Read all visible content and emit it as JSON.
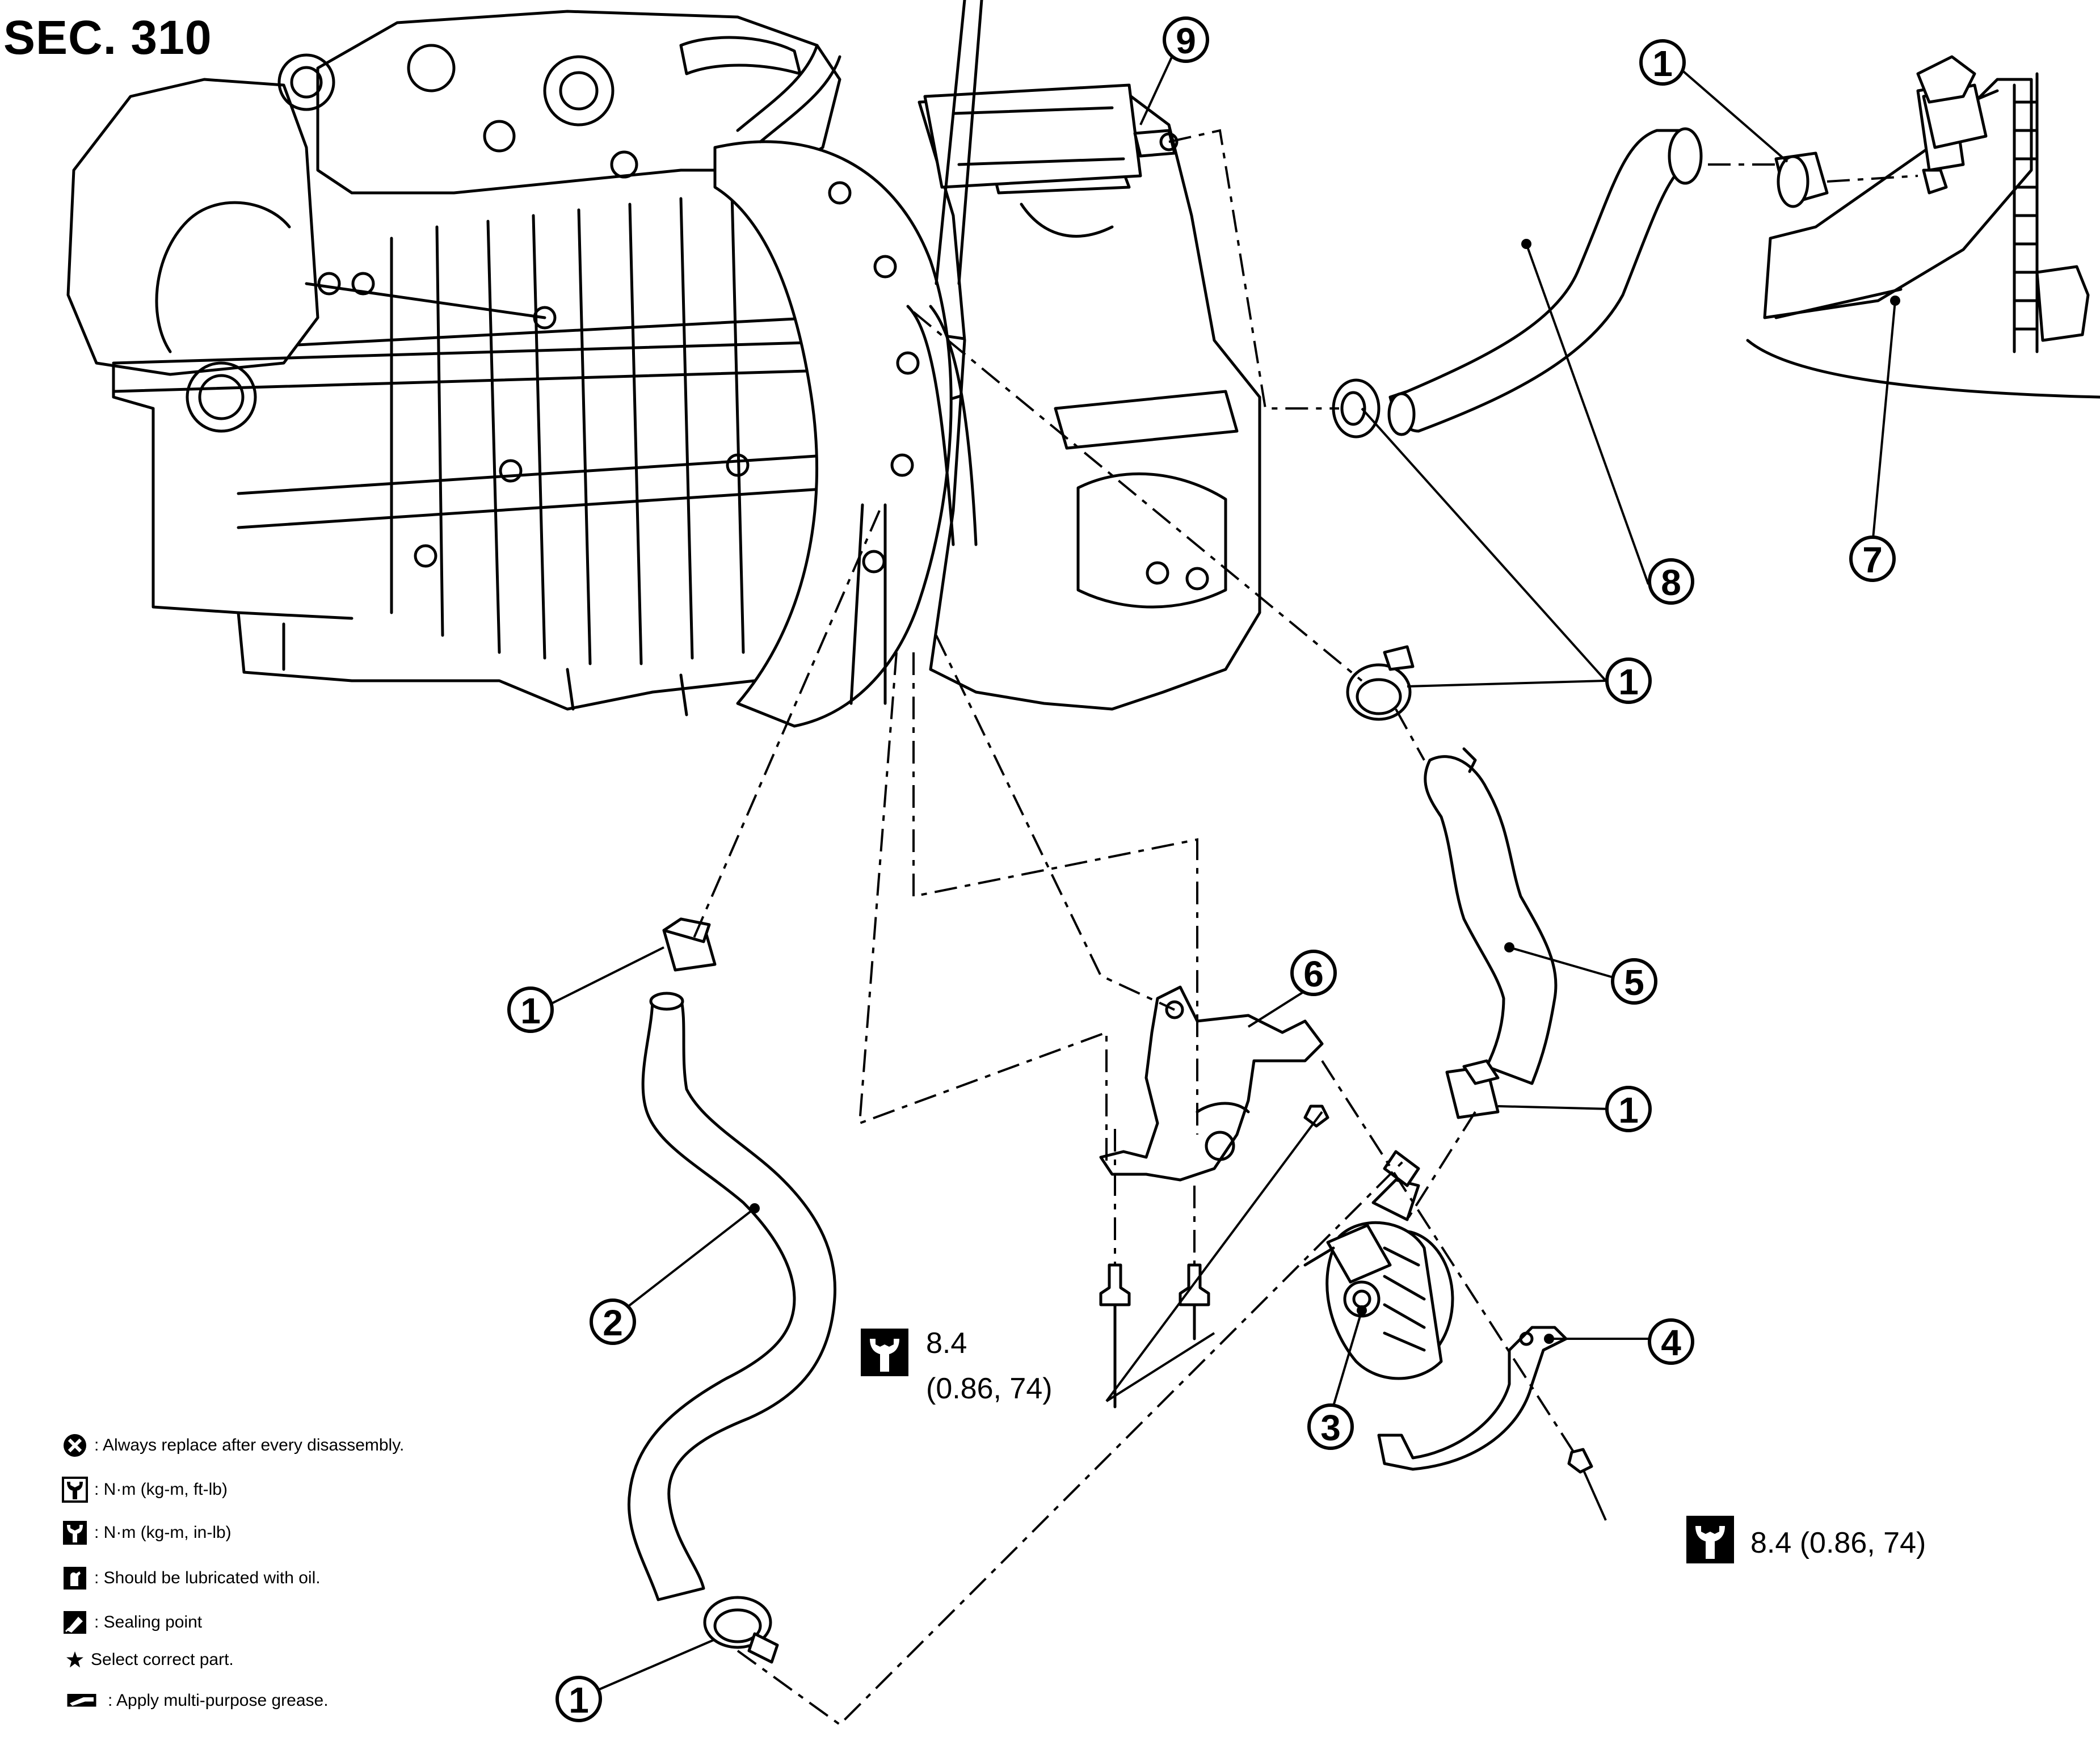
{
  "section": "SEC. 310",
  "callouts": {
    "n1": "1",
    "n2": "2",
    "n3": "3",
    "n4": "4",
    "n5": "5",
    "n6": "6",
    "n7": "7",
    "n8": "8",
    "n9": "9"
  },
  "torques": {
    "left_value": "8.4",
    "left_units": "(0.86, 74)",
    "right": "8.4 (0.86, 74)"
  },
  "legend": [
    {
      "icon": "replace-x-icon",
      "text": ": Always replace after every disassembly."
    },
    {
      "icon": "torque-ftlb-icon",
      "text": ": N·m (kg-m, ft-lb)"
    },
    {
      "icon": "torque-inlb-icon",
      "text": ": N·m (kg-m, in-lb)"
    },
    {
      "icon": "oil-can-icon",
      "text": ": Should be lubricated with oil."
    },
    {
      "icon": "sealant-icon",
      "text": ": Sealing point"
    },
    {
      "icon": "star-icon",
      "text": "Select correct part."
    },
    {
      "icon": "grease-icon",
      "text": ": Apply multi-purpose grease."
    }
  ]
}
